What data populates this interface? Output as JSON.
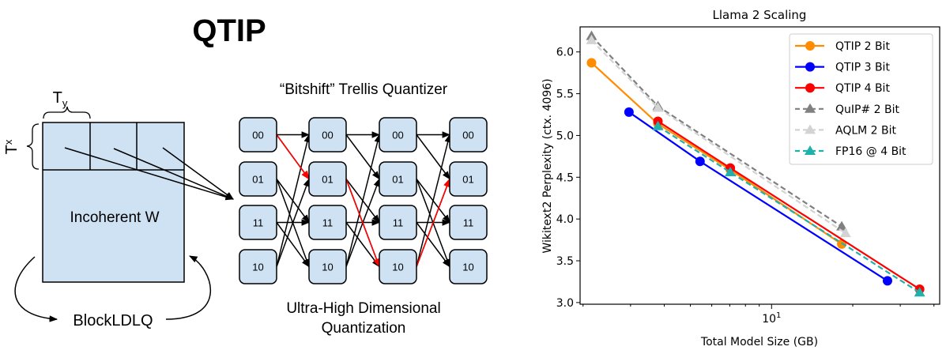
{
  "diagram": {
    "title": "QTIP",
    "ty_label": "T",
    "ty_sub": "y",
    "tx_label": "T",
    "tx_sub": "x",
    "matrix_label": "Incoherent W",
    "loop_label": "BlockLDLQ",
    "trellis_title": "“Bitshift” Trellis Quantizer",
    "trellis_caption_line1": "Ultra-High Dimensional",
    "trellis_caption_line2": "Quantization",
    "states": [
      "00",
      "01",
      "11",
      "10"
    ],
    "transitions": {
      "00": [
        "00",
        "01"
      ],
      "01": [
        "11",
        "10"
      ],
      "11": [
        "11",
        "10"
      ],
      "10": [
        "00",
        "01"
      ]
    },
    "highlighted_path": [
      "00",
      "01",
      "10",
      "01"
    ],
    "colors": {
      "block_fill": "#cfe2f3",
      "highlight": "#ff0000"
    }
  },
  "chart_data": {
    "type": "line",
    "title": "Llama 2 Scaling",
    "xlabel": "Total Model Size (GB)",
    "ylabel": "Wikitext2 Perplexity (ctx. 4096)",
    "xscale": "log",
    "xlim": [
      1.95,
      42
    ],
    "ylim": [
      2.98,
      6.3
    ],
    "x_tick_labels": [
      {
        "value": 10,
        "base": "10",
        "exp": "1"
      }
    ],
    "y_ticks": [
      "3.0",
      "3.5",
      "4.0",
      "4.5",
      "5.0",
      "5.5",
      "6.0"
    ],
    "legend": "top-right",
    "grid": false,
    "series": [
      {
        "name": "QTIP 2 Bit",
        "color": "#ff8c00",
        "marker": "circle",
        "dash": false,
        "x": [
          2.15,
          3.79,
          7.03,
          18.2
        ],
        "y": [
          5.87,
          5.14,
          4.59,
          3.7
        ]
      },
      {
        "name": "QTIP 3 Bit",
        "color": "#0000ff",
        "marker": "circle",
        "dash": false,
        "x": [
          2.96,
          5.43,
          26.9
        ],
        "y": [
          5.28,
          4.69,
          3.26
        ]
      },
      {
        "name": "QTIP 4 Bit",
        "color": "#ff0000",
        "marker": "circle",
        "dash": false,
        "x": [
          3.79,
          7.03,
          35.4
        ],
        "y": [
          5.17,
          4.61,
          3.16
        ]
      },
      {
        "name": "QuIP# 2 Bit",
        "color": "#808080",
        "marker": "triangle",
        "dash": true,
        "x": [
          2.15,
          3.79,
          18.2
        ],
        "y": [
          6.19,
          5.35,
          3.91
        ]
      },
      {
        "name": "AQLM 2 Bit",
        "color": "#d3d3d3",
        "marker": "triangle",
        "dash": true,
        "x": [
          2.15,
          3.79,
          18.8
        ],
        "y": [
          6.14,
          5.33,
          3.83
        ]
      },
      {
        "name": "FP16 @ 4 Bit",
        "color": "#20b2aa",
        "marker": "triangle",
        "dash": true,
        "x": [
          3.79,
          7.03,
          35.4
        ],
        "y": [
          5.11,
          4.56,
          3.12
        ]
      }
    ]
  }
}
